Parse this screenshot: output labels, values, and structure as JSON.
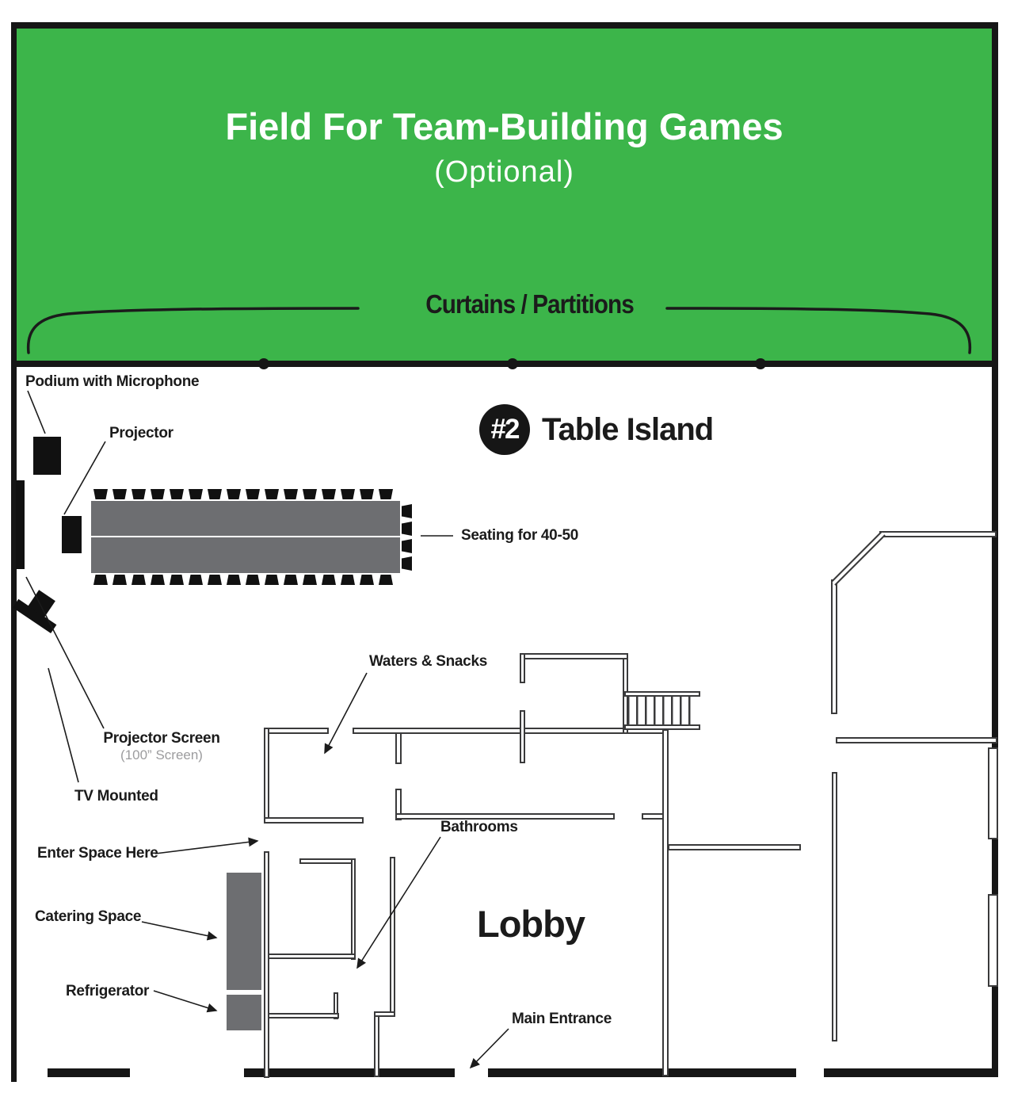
{
  "header": {
    "title": "Field For Team-Building Games",
    "subtitle": "(Optional)",
    "curtains_label": "Curtains / Partitions"
  },
  "section": {
    "badge": "#2",
    "title": "Table Island"
  },
  "annotations": {
    "podium": "Podium with Microphone",
    "projector": "Projector",
    "seating": "Seating for 40-50",
    "projector_screen": "Projector Screen",
    "projector_screen_sub": "(100” Screen)",
    "tv": "TV Mounted",
    "waters": "Waters & Snacks",
    "bathrooms": "Bathrooms",
    "enter": "Enter Space Here",
    "catering": "Catering Space",
    "refrigerator": "Refrigerator",
    "lobby": "Lobby",
    "main_entrance": "Main Entrance"
  },
  "colors": {
    "field_green": "#3CB54A",
    "table_gray": "#6D6E71",
    "line_black": "#1B1B1B",
    "wall_outline": "#3A3A3B",
    "screen_sub_gray": "#9C9C9E"
  }
}
